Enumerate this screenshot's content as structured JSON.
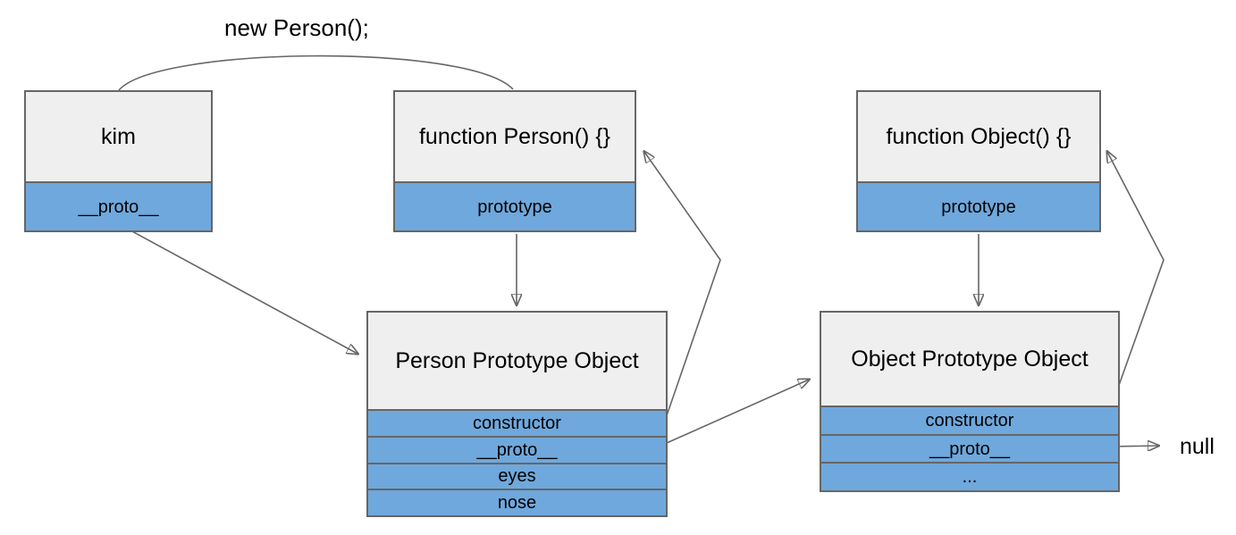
{
  "diagram": {
    "annotation_new_person": "new Person();",
    "null_label": "null",
    "boxes": {
      "kim": {
        "title": "kim",
        "rows": [
          "__proto__"
        ]
      },
      "function_person": {
        "title": "function Person() {}",
        "rows": [
          "prototype"
        ]
      },
      "function_object": {
        "title": "function Object() {}",
        "rows": [
          "prototype"
        ]
      },
      "person_prototype": {
        "title": "Person Prototype Object",
        "rows": [
          "constructor",
          "__proto__",
          "eyes",
          "nose"
        ]
      },
      "object_prototype": {
        "title": "Object Prototype Object",
        "rows": [
          "constructor",
          "__proto__",
          "..."
        ]
      }
    },
    "relations": [
      {
        "label": "new Person();",
        "from": "function Person() {}",
        "to": "kim",
        "style": "arc"
      },
      {
        "from": "kim.__proto__",
        "to": "Person Prototype Object"
      },
      {
        "from": "function Person().prototype",
        "to": "Person Prototype Object"
      },
      {
        "from": "Person Prototype Object.constructor",
        "to": "function Person() {}"
      },
      {
        "from": "Person Prototype Object.__proto__",
        "to": "Object Prototype Object"
      },
      {
        "from": "function Object().prototype",
        "to": "Object Prototype Object"
      },
      {
        "from": "Object Prototype Object.constructor",
        "to": "function Object() {}"
      },
      {
        "from": "Object Prototype Object.__proto__",
        "to": "null"
      }
    ],
    "colors": {
      "box_header_fill": "#efefef",
      "box_row_fill": "#6fa8dc",
      "box_border": "#666666",
      "arrow": "#666666",
      "text": "#000000",
      "background": "#ffffff"
    }
  }
}
